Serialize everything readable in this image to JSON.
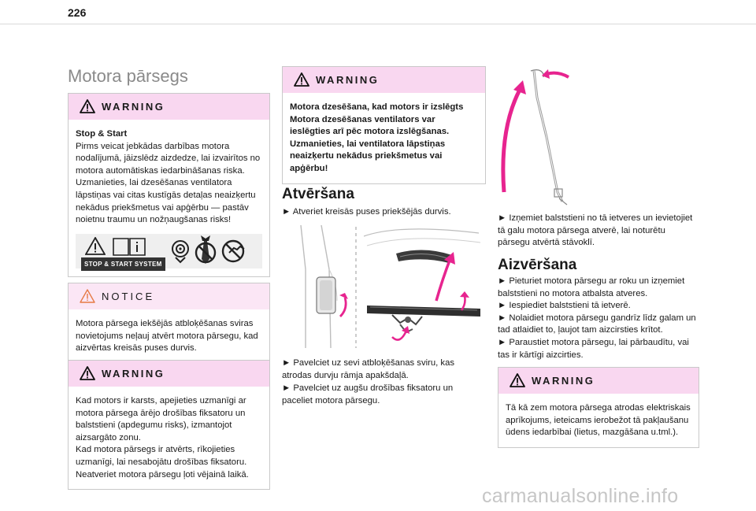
{
  "page_number": "226",
  "title": "Motora pārsegs",
  "left": {
    "warning1": {
      "label": "WARNING",
      "subtitle": "Stop & Start",
      "text": "Pirms veicat jebkādas darbības motora nodalījumā, jāizslēdz aizdedze, lai izvairītos no motora automātiskas iedarbināšanas riska. Uzmanieties, lai dzesēšanas ventilatora lāpstiņas vai citas kustīgās detaļas neaizķertu nekādus priekšmetus vai apģērbu — pastāv noietnu traumu un nožņaugšanas risks!",
      "stop_start_label": "STOP & START SYSTEM"
    },
    "notice": {
      "label": "NOTICE",
      "text": "Motora pārsega iekšējās atbloķēšanas sviras novietojums neļauj atvērt motora pārsegu, kad aizvērtas kreisās puses durvis."
    },
    "warning2": {
      "label": "WARNING",
      "text1": "Kad motors ir karsts, apejieties uzmanīgi ar motora pārsega ārējo drošības fiksatoru un balststieni (apdegumu risks), izmantojot aizsargāto zonu.",
      "text2": "Kad motora pārsegs ir atvērts, rīkojieties uzmanīgi, lai nesabojātu drošības fiksatoru.",
      "text3": "Neatveriet motora pārsegu ļoti vējainā laikā."
    }
  },
  "middle": {
    "warning": {
      "label": "WARNING",
      "text": "Motora dzesēšana, kad motors ir izslēgts Motora dzesēšanas ventilators var ieslēgties arī pēc motora izslēgšanas. Uzmanieties, lai ventilatora lāpstiņas neaizķertu nekādus priekšmetus vai apģērbu!"
    },
    "section_title": "Atvēršana",
    "step1": "► Atveriet kreisās puses priekšējās durvis.",
    "step2": "► Pavelciet uz sevi atbloķēšanas sviru, kas atrodas durvju rāmja apakšdaļā.",
    "step3": "► Pavelciet uz augšu drošības fiksatoru un paceliet motora pārsegu."
  },
  "right": {
    "step1": "► Izņemiet balststieni no tā ietveres un ievietojiet tā galu motora pārsega atverē, lai noturētu pārsegu atvērtā stāvoklī.",
    "section_title": "Aizvēršana",
    "step2": "► Pieturiet motora pārsegu ar roku un izņemiet balststieni no motora atbalsta atveres.",
    "step3": "► Iespiediet balststieni tā ietverē.",
    "step4": "► Nolaidiet motora pārsegu gandrīz līdz galam un tad atlaidiet to, ļaujot tam aizcirsties krītot.",
    "step5": "► Paraustiet motora pārsegu, lai pārbaudītu, vai tas ir kārtīgi aizcirties.",
    "warning": {
      "label": "WARNING",
      "text": "Tā kā zem motora pārsega atrodas elektriskais aprīkojums, ieteicams ierobežot tā pakļaušanu ūdens iedarbībai (lietus, mazgāšana u.tml.)."
    }
  },
  "watermark": "carmanualsonline.info",
  "colors": {
    "accent": "#e7248f",
    "warning_header": "#f9d7f0"
  }
}
